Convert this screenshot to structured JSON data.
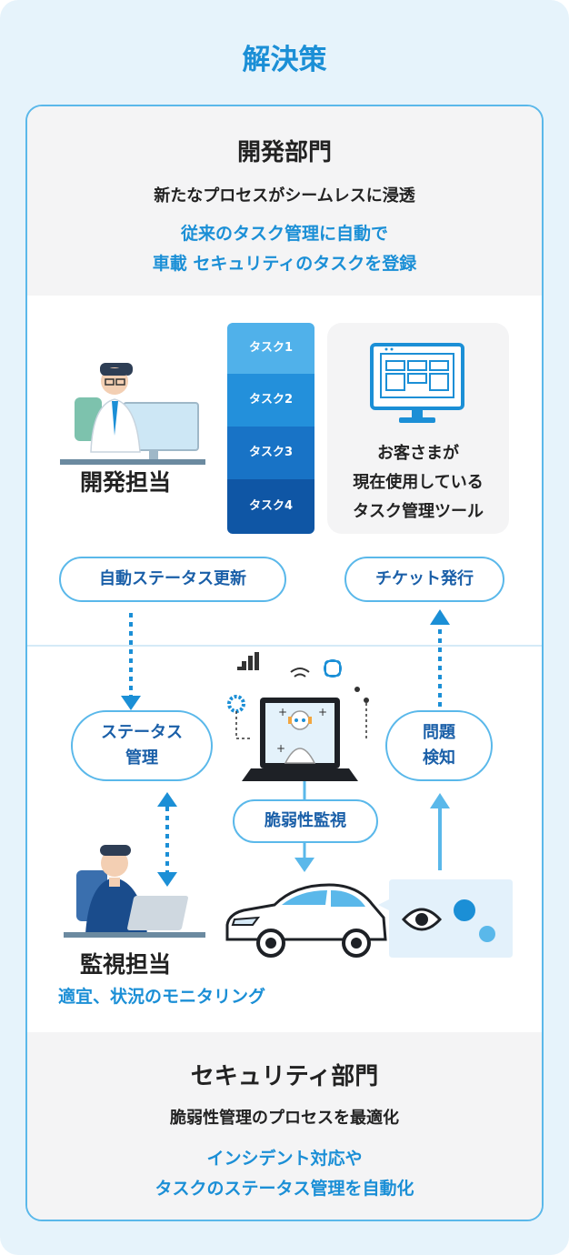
{
  "heading": "解決策",
  "dev": {
    "title": "開発部門",
    "subtitle": "新たなプロセスがシームレスに浸透",
    "desc_line1": "従来のタスク管理に自動で",
    "desc_line2": "車載 セキュリティのタスクを登録",
    "person_label": "開発担当"
  },
  "tasks": [
    "タスク1",
    "タスク2",
    "タスク3",
    "タスク4"
  ],
  "tool": {
    "line1": "お客さまが",
    "line2": "現在使用している",
    "line3": "タスク管理ツール"
  },
  "pills": {
    "auto_status": "自動ステータス更新",
    "ticket": "チケット発行",
    "status_line1": "ステータス",
    "status_line2": "管理",
    "problem_line1": "問題",
    "problem_line2": "検知",
    "vuln": "脆弱性監視"
  },
  "monitor": {
    "person_label": "監視担当",
    "desc": "適宜、状況のモニタリング"
  },
  "sec": {
    "title": "セキュリティ部門",
    "subtitle": "脆弱性管理のプロセスを最適化",
    "desc_line1": "インシデント対応や",
    "desc_line2": "タスクのステータス管理を自動化"
  },
  "colors": {
    "accent": "#1b8fd6",
    "border": "#5ab8ea",
    "dark_blue": "#1a5fa8",
    "bg": "#e6f3fb"
  }
}
